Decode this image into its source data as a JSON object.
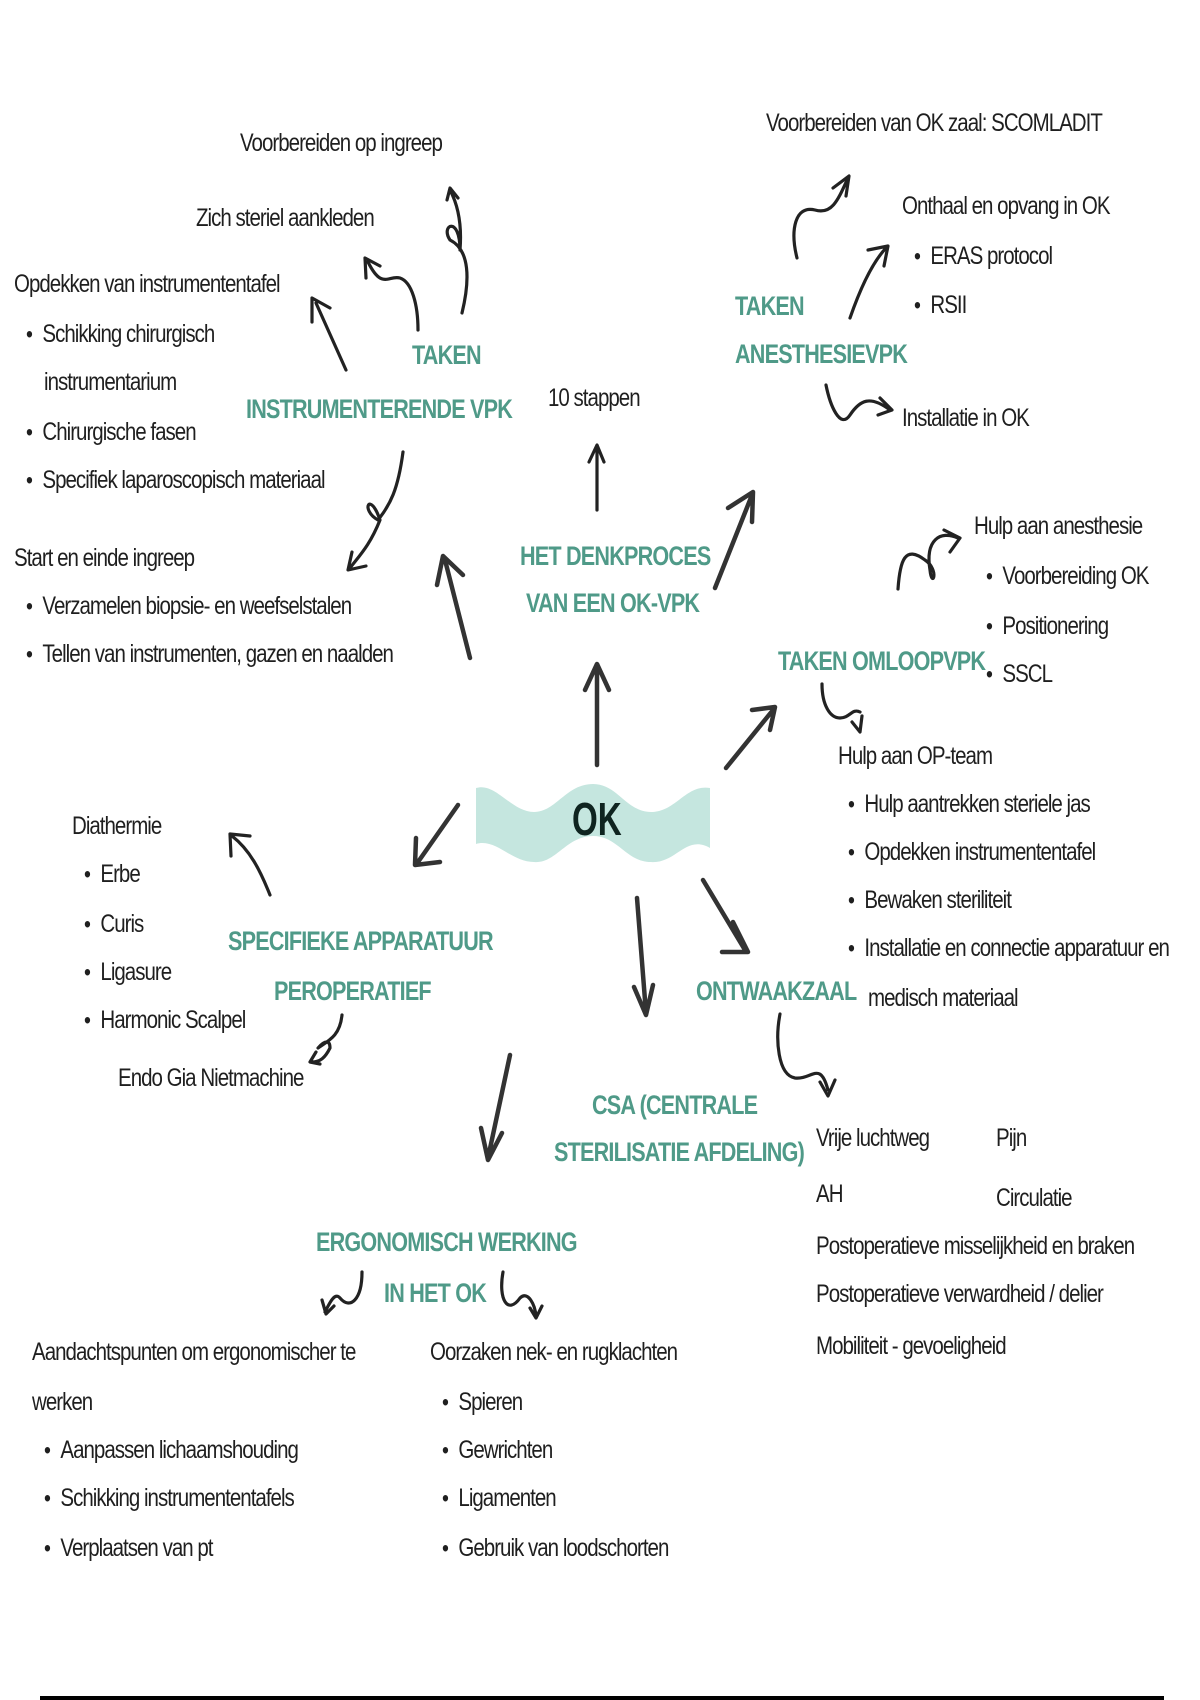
{
  "center": {
    "label": "OK"
  },
  "colors": {
    "heading": "#4f9a88",
    "banner": "#c5e6df",
    "text": "#1f1f1f"
  },
  "denkproces": {
    "heading": [
      "HET DENKPROCES",
      "VAN EEN OK-VPK"
    ],
    "item": "10 stappen"
  },
  "instrumenterende": {
    "heading": [
      "TAKEN",
      "INSTRUMENTERENDE VPK"
    ],
    "voorbereiden": "Voorbereiden op ingreep",
    "aankleden": "Zich steriel aankleden",
    "opdekken": {
      "title": "Opdekken van instrumententafel",
      "bullets": [
        "Schikking chirurgisch",
        "Chirurgische fasen",
        "Specifiek laparoscopisch materiaal"
      ],
      "continuation": "instrumentarium"
    },
    "start_einde": {
      "title": "Start en einde ingreep",
      "bullets": [
        "Verzamelen biopsie- en weefselstalen",
        "Tellen van instrumenten, gazen en naalden"
      ]
    }
  },
  "anesthesie": {
    "heading": [
      "TAKEN",
      "ANESTHESIEVPK"
    ],
    "voorbereiden": "Voorbereiden van OK zaal: SCOMLADIT",
    "onthaal": {
      "title": "Onthaal en opvang in OK",
      "bullets": [
        "ERAS protocol",
        "RSII"
      ]
    },
    "installatie": "Installatie in OK"
  },
  "omloop": {
    "heading": "TAKEN OMLOOPVPK",
    "hulp_anesthesie": {
      "title": "Hulp aan anesthesie",
      "bullets": [
        "Voorbereiding OK",
        "Positionering",
        "SSCL"
      ]
    },
    "hulp_opteam": {
      "title": "Hulp aan OP-team",
      "bullets": [
        "Hulp aantrekken steriele jas",
        "Opdekken instrumententafel",
        "Bewaken steriliteit",
        "Installatie en connectie apparatuur en"
      ],
      "continuation": "medisch materiaal"
    }
  },
  "apparatuur": {
    "heading": [
      "SPECIFIEKE APPARATUUR",
      "PEROPERATIEF"
    ],
    "diathermie": {
      "title": "Diathermie",
      "bullets": [
        "Erbe",
        "Curis",
        "Ligasure",
        "Harmonic Scalpel"
      ]
    },
    "endo": "Endo Gia Nietmachine"
  },
  "ontwaakzaal": {
    "heading": "ONTWAAKZAAL",
    "col1": [
      "Vrije luchtweg",
      "AH"
    ],
    "col2": [
      "Pijn",
      "Circulatie"
    ],
    "rows": [
      "Postoperatieve misselijkheid en braken",
      "Postoperatieve verwardheid / delier",
      "Mobiliteit - gevoeligheid"
    ]
  },
  "csa": {
    "heading": [
      "CSA (CENTRALE",
      "STERILISATIE AFDELING)"
    ]
  },
  "ergonomisch": {
    "heading": [
      "ERGONOMISCH WERKING",
      "IN HET OK"
    ],
    "aandachtspunten": {
      "title_line1": "Aandachtspunten  om  ergonomischer  te",
      "title_line2": "werken",
      "bullets": [
        "Aanpassen lichaamshouding",
        "Schikking instrumententafels",
        "Verplaatsen van pt"
      ]
    },
    "oorzaken": {
      "title": "Oorzaken nek- en rugklachten",
      "bullets": [
        "Spieren",
        "Gewrichten",
        "Ligamenten",
        "Gebruik van loodschorten"
      ]
    }
  }
}
